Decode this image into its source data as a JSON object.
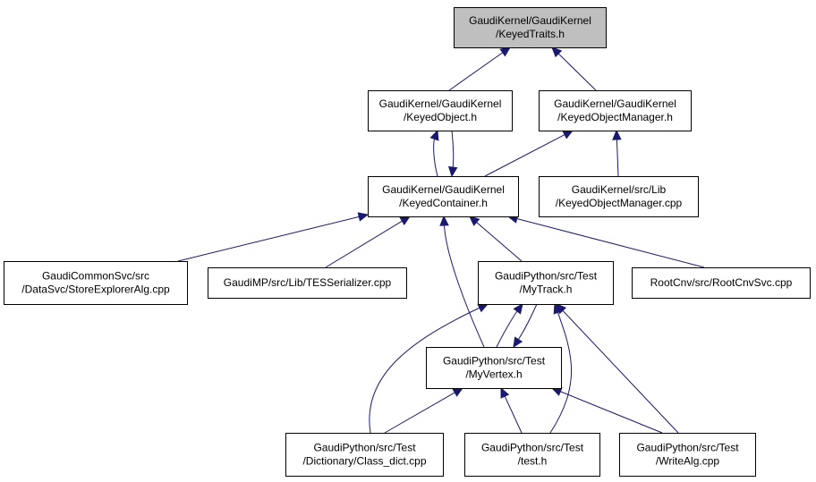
{
  "diagram": {
    "nodes": [
      {
        "id": "keyedtraits",
        "lines": [
          "GaudiKernel/GaudiKernel",
          "/KeyedTraits.h"
        ],
        "highlight": true
      },
      {
        "id": "keyedobject",
        "lines": [
          "GaudiKernel/GaudiKernel",
          "/KeyedObject.h"
        ]
      },
      {
        "id": "keyedobjectmanager_h",
        "lines": [
          "GaudiKernel/GaudiKernel",
          "/KeyedObjectManager.h"
        ]
      },
      {
        "id": "keyedcontainer",
        "lines": [
          "GaudiKernel/GaudiKernel",
          "/KeyedContainer.h"
        ]
      },
      {
        "id": "keyedobjectmanager_cpp",
        "lines": [
          "GaudiKernel/src/Lib",
          "/KeyedObjectManager.cpp"
        ]
      },
      {
        "id": "storeexploreralg",
        "lines": [
          "GaudiCommonSvc/src",
          "/DataSvc/StoreExplorerAlg.cpp"
        ]
      },
      {
        "id": "tesserializer",
        "lines": [
          "GaudiMP/src/Lib/TESSerializer.cpp"
        ]
      },
      {
        "id": "mytrack",
        "lines": [
          "GaudiPython/src/Test",
          "/MyTrack.h"
        ]
      },
      {
        "id": "rootcnvsvc",
        "lines": [
          "RootCnv/src/RootCnvSvc.cpp"
        ]
      },
      {
        "id": "myvertex",
        "lines": [
          "GaudiPython/src/Test",
          "/MyVertex.h"
        ]
      },
      {
        "id": "class_dict",
        "lines": [
          "GaudiPython/src/Test",
          "/Dictionary/Class_dict.cpp"
        ]
      },
      {
        "id": "test_h",
        "lines": [
          "GaudiPython/src/Test",
          "/test.h"
        ]
      },
      {
        "id": "writealg",
        "lines": [
          "GaudiPython/src/Test",
          "/WriteAlg.cpp"
        ]
      }
    ],
    "edges": [
      {
        "from": "keyedobject",
        "to": "keyedtraits"
      },
      {
        "from": "keyedobjectmanager_h",
        "to": "keyedtraits"
      },
      {
        "from": "keyedcontainer",
        "to": "keyedobject"
      },
      {
        "from": "keyedobject",
        "to": "keyedcontainer"
      },
      {
        "from": "keyedcontainer",
        "to": "keyedobjectmanager_h"
      },
      {
        "from": "keyedobjectmanager_cpp",
        "to": "keyedobjectmanager_h"
      },
      {
        "from": "storeexploreralg",
        "to": "keyedcontainer"
      },
      {
        "from": "tesserializer",
        "to": "keyedcontainer"
      },
      {
        "from": "mytrack",
        "to": "keyedcontainer"
      },
      {
        "from": "myvertex",
        "to": "keyedcontainer"
      },
      {
        "from": "rootcnvsvc",
        "to": "keyedcontainer"
      },
      {
        "from": "myvertex",
        "to": "mytrack"
      },
      {
        "from": "mytrack",
        "to": "myvertex"
      },
      {
        "from": "class_dict",
        "to": "mytrack"
      },
      {
        "from": "test_h",
        "to": "mytrack"
      },
      {
        "from": "writealg",
        "to": "mytrack"
      },
      {
        "from": "class_dict",
        "to": "myvertex"
      },
      {
        "from": "test_h",
        "to": "myvertex"
      },
      {
        "from": "writealg",
        "to": "myvertex"
      }
    ],
    "colors": {
      "edge": "#191970",
      "node_fill": "#ffffff",
      "highlight_fill": "#bfbfbf",
      "node_border": "#000000"
    }
  }
}
